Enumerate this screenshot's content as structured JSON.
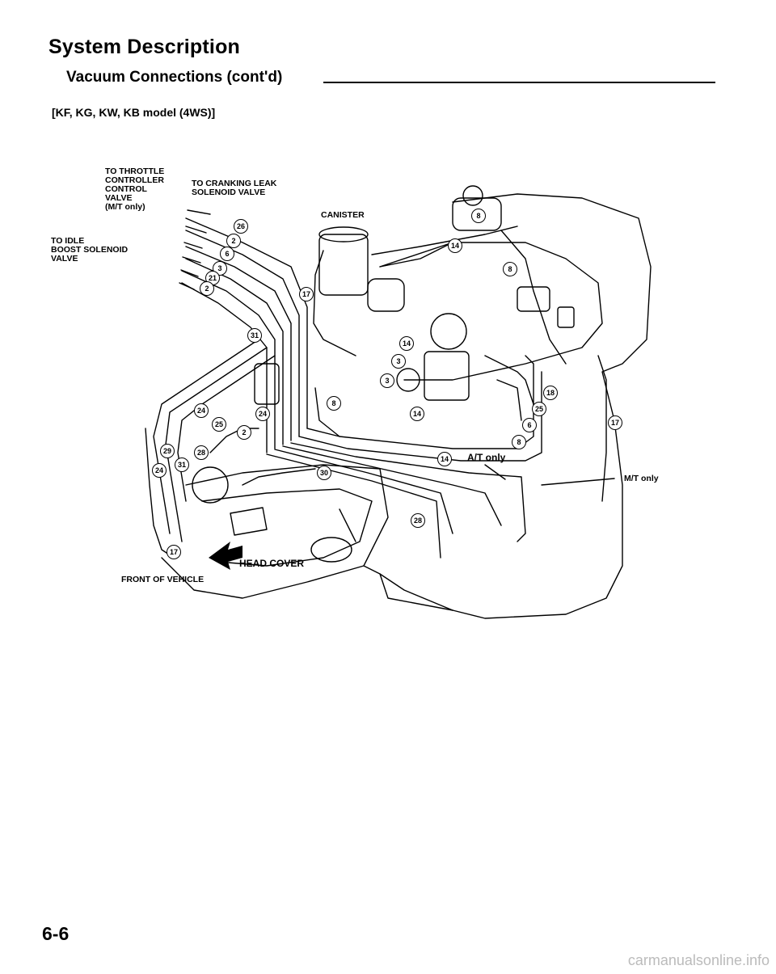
{
  "header": {
    "title": "System Description",
    "subtitle": "Vacuum Connections (cont'd)",
    "model": "[KF, KG, KW, KB model (4WS)]"
  },
  "labels": {
    "throttle": "TO THROTTLE\nCONTROLLER\nCONTROL\nVALVE\n(M/T only)",
    "cranking": "TO CRANKING LEAK\nSOLENOID VALVE",
    "idle": "TO IDLE\nBOOST SOLENOID\nVALVE",
    "canister": "CANISTER",
    "at_only": "A/T only",
    "mt_only": "M/T only",
    "head_cover": "HEAD COVER",
    "front": "FRONT OF VEHICLE"
  },
  "hose_tags": {
    "t01": "26",
    "t02": "2",
    "t03": "6",
    "t04": "3",
    "t05": "21",
    "t06": "2",
    "t07": "8",
    "t08": "14",
    "t09": "8",
    "t10": "17",
    "t11": "31",
    "t12": "14",
    "t13": "3",
    "t14": "3",
    "t15": "14",
    "t16": "8",
    "t17": "24",
    "t18": "24",
    "t19": "25",
    "t20": "2",
    "t21": "29",
    "t22": "28",
    "t23": "24",
    "t24": "31",
    "t25": "30",
    "t26": "14",
    "t27": "28",
    "t28": "17",
    "t29": "18",
    "t30": "25",
    "t31": "6",
    "t32": "8",
    "t33": "17"
  },
  "footer": {
    "page": "6-6",
    "watermark": "carmanualsonline.info"
  }
}
